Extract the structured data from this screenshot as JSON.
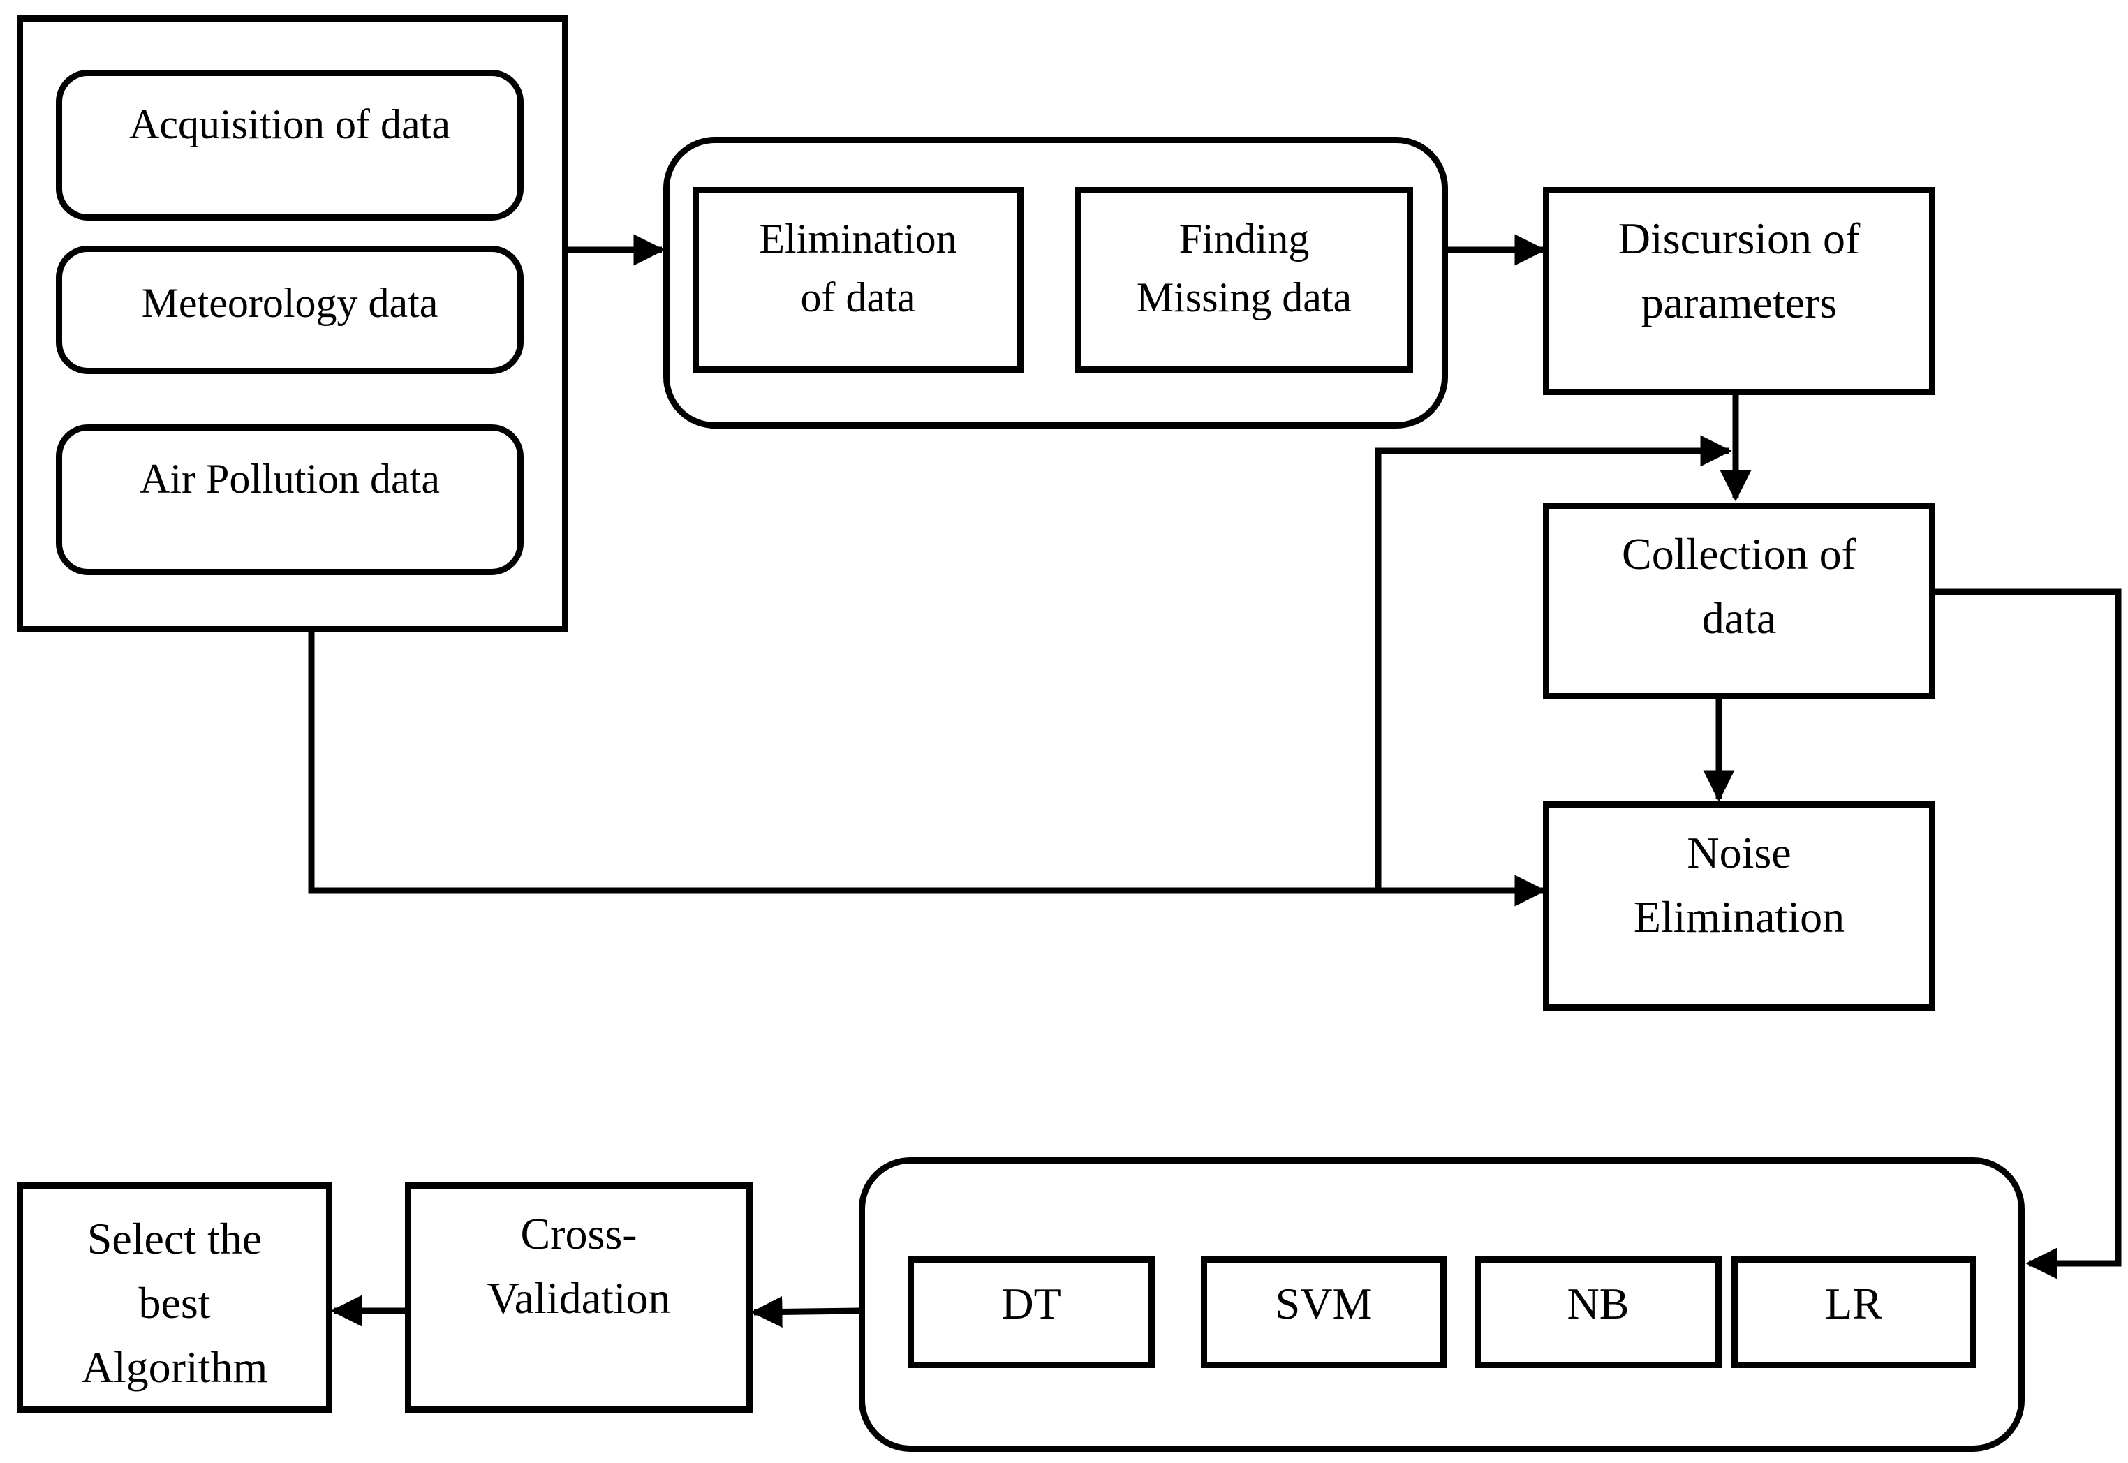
{
  "data_block": {
    "acquisition": "Acquisition of data",
    "meteorology": "Meteorology data",
    "air_pollution": "Air Pollution data"
  },
  "cleaning_block": {
    "elimination": [
      "Elimination",
      "of data"
    ],
    "finding_missing": [
      "Finding",
      "Missing data"
    ]
  },
  "discursion": [
    "Discursion of",
    "parameters"
  ],
  "collection": [
    "Collection of",
    "data"
  ],
  "noise": [
    "Noise",
    "Elimination"
  ],
  "models": [
    "DT",
    "SVM",
    "NB",
    "LR"
  ],
  "cross_validation": [
    "Cross-",
    "Validation"
  ],
  "select_best": [
    "Select the",
    "best",
    "Algorithm"
  ]
}
